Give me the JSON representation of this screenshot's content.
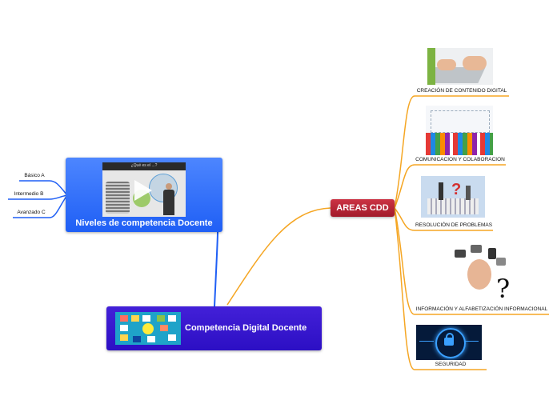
{
  "central": {
    "title": "Competencia Digital Docente"
  },
  "niveles": {
    "title": "Niveles de competencia Docente",
    "video_caption": "¿Qué es el ...?",
    "children": [
      {
        "label": "Básico A"
      },
      {
        "label": "Intermedio B"
      },
      {
        "label": "Avanzado C"
      }
    ]
  },
  "areas": {
    "title": "AREAS CDD",
    "children": [
      {
        "label": "CREACIÓN DE CONTENIDO DIGITAL"
      },
      {
        "label": "COMUNICACION Y COLABORACION"
      },
      {
        "label": "RESOLUCIÓN DE PROBLEMAS"
      },
      {
        "label": "INFORMACIÓN Y ALFABETIZACIÓN INFORMACIONAL"
      },
      {
        "label": "SEGURIDAD"
      }
    ]
  },
  "colors": {
    "blue_branch": "#1f5ff5",
    "orange_branch": "#f5a623",
    "central_purple": "#2c0fc4",
    "areas_red": "#a11a2a"
  },
  "icons": [
    "play-icon",
    "question-mark-icon",
    "padlock-icon"
  ]
}
